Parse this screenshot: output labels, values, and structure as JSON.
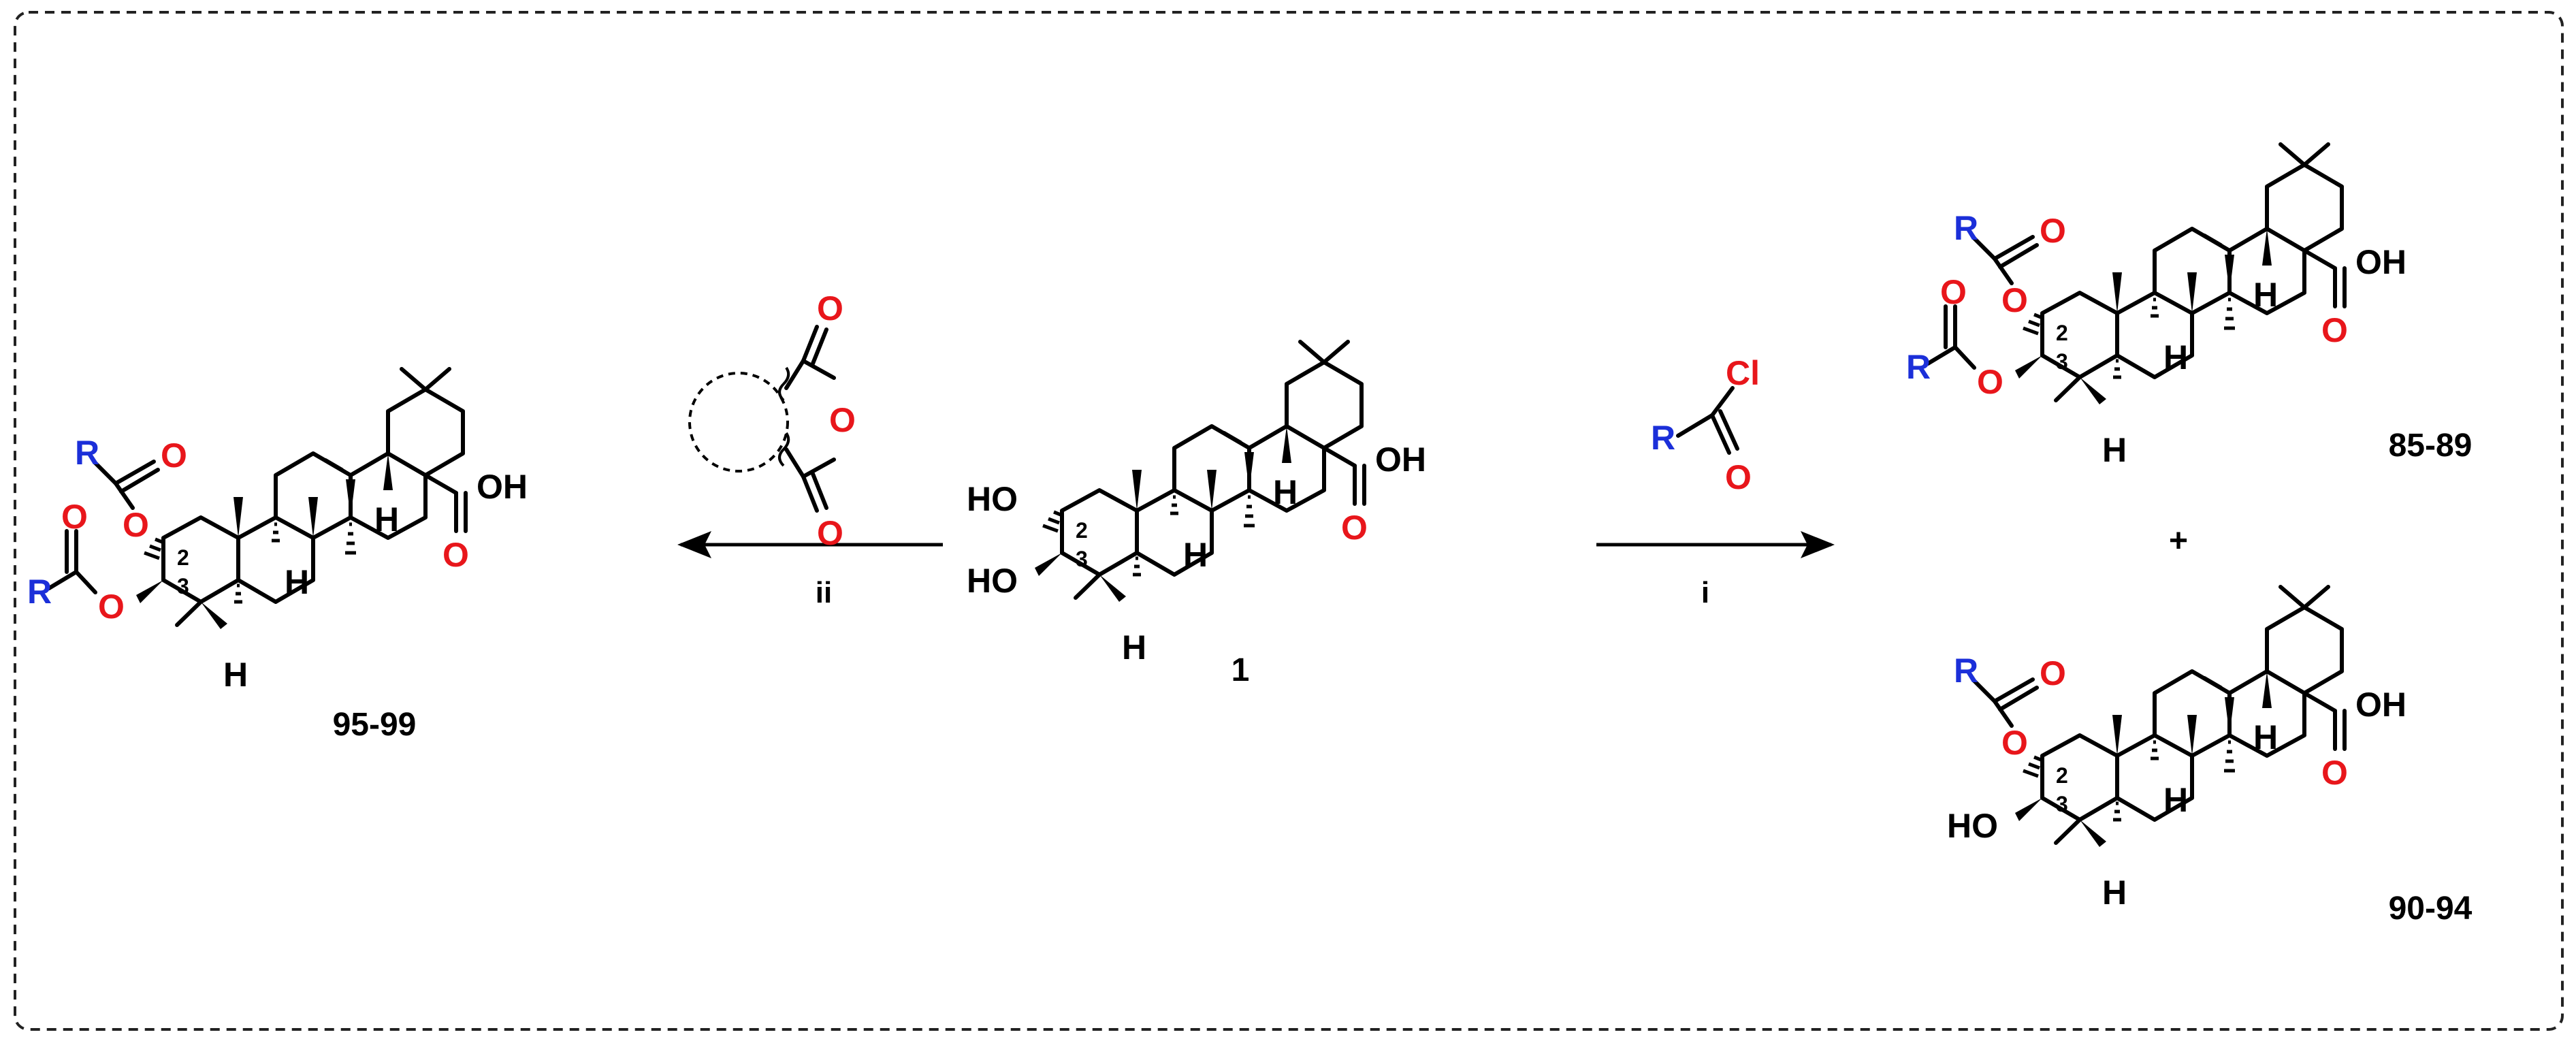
{
  "colors": {
    "bond": "#000000",
    "oxygen": "#e8161b",
    "r_group": "#1b2fd9",
    "frame": "#222222"
  },
  "labels": {
    "H": "H",
    "O": "O",
    "HO": "HO",
    "OH": "OH",
    "R": "R",
    "Cl": "Cl",
    "pos2": "2",
    "pos3": "3"
  },
  "compounds": {
    "left": "95-99",
    "center": "1",
    "right_top": "85-89",
    "right_bottom": "90-94",
    "plus": "+"
  },
  "reagents": {
    "left_arrow_condition": "ii",
    "right_arrow_condition": "i",
    "anhydride": "cyclic anhydride",
    "acyl_chloride": "acyl chloride"
  }
}
